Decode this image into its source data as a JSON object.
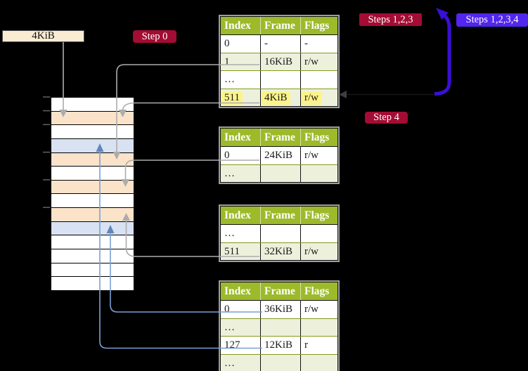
{
  "frame_box": {
    "label": "4KiB"
  },
  "badges": {
    "step0": {
      "label": "Step 0",
      "color": "#A30C33"
    },
    "steps123": {
      "label": "Steps 1,2,3",
      "color": "#A30C33"
    },
    "steps1234": {
      "label": "Steps 1,2,3,4",
      "color": "#5226EE"
    },
    "step4": {
      "label": "Step 4",
      "color": "#A30C33"
    }
  },
  "memory_column": {
    "fills": {
      "white": "#FFFFFF",
      "orange": "#FBE3C9",
      "blue": "#D8E2F2"
    },
    "rows": [
      {
        "fill": "white"
      },
      {
        "fill": "orange"
      },
      {
        "fill": "white"
      },
      {
        "fill": "blue"
      },
      {
        "fill": "orange"
      },
      {
        "fill": "white"
      },
      {
        "fill": "orange"
      },
      {
        "fill": "white"
      },
      {
        "fill": "orange"
      },
      {
        "fill": "blue"
      },
      {
        "fill": "white"
      },
      {
        "fill": "white"
      },
      {
        "fill": "white"
      },
      {
        "fill": "white"
      }
    ]
  },
  "tables": [
    {
      "headers": [
        "Index",
        "Frame",
        "Flags"
      ],
      "rows": [
        {
          "cells": [
            "0",
            "-",
            "-"
          ],
          "shaded": false,
          "highlight": false
        },
        {
          "cells": [
            "1",
            "16KiB",
            "r/w"
          ],
          "shaded": true,
          "highlight": false
        },
        {
          "cells": [
            "…",
            "",
            ""
          ],
          "shaded": false,
          "highlight": false
        },
        {
          "cells": [
            "511",
            "4KiB",
            "r/w"
          ],
          "shaded": true,
          "highlight": true
        }
      ]
    },
    {
      "headers": [
        "Index",
        "Frame",
        "Flags"
      ],
      "rows": [
        {
          "cells": [
            "0",
            "24KiB",
            "r/w"
          ],
          "shaded": false,
          "highlight": false
        },
        {
          "cells": [
            "…",
            "",
            ""
          ],
          "shaded": true,
          "highlight": false
        }
      ]
    },
    {
      "headers": [
        "Index",
        "Frame",
        "Flags"
      ],
      "rows": [
        {
          "cells": [
            "…",
            "",
            ""
          ],
          "shaded": false,
          "highlight": false
        },
        {
          "cells": [
            "511",
            "32KiB",
            "r/w"
          ],
          "shaded": true,
          "highlight": false
        }
      ]
    },
    {
      "headers": [
        "Index",
        "Frame",
        "Flags"
      ],
      "rows": [
        {
          "cells": [
            "0",
            "36KiB",
            "r/w"
          ],
          "shaded": false,
          "highlight": false
        },
        {
          "cells": [
            "…",
            "",
            ""
          ],
          "shaded": true,
          "highlight": false
        },
        {
          "cells": [
            "127",
            "12KiB",
            "r"
          ],
          "shaded": false,
          "highlight": false
        },
        {
          "cells": [
            "…",
            "",
            ""
          ],
          "shaded": true,
          "highlight": false
        }
      ]
    }
  ],
  "connectors": [
    {
      "from": "frame-box-4KiB",
      "to": "memory-row-1",
      "style": "gray-down-arrow"
    },
    {
      "from": "table-1-index-1",
      "to": "memory-row-4",
      "style": "gray-down-arrow"
    },
    {
      "from": "table-1-index-511",
      "to": "memory-row-1",
      "style": "gray-down-arrow"
    },
    {
      "from": "table-2-index-0",
      "to": "memory-row-6",
      "style": "gray-down-arrow"
    },
    {
      "from": "table-3-index-511",
      "to": "memory-row-8",
      "style": "gray-up-arrow"
    },
    {
      "from": "table-4-index-0",
      "to": "memory-row-9",
      "style": "blue-up-arrow"
    },
    {
      "from": "table-4-index-127",
      "to": "memory-row-3",
      "style": "blue-up-arrow"
    },
    {
      "from": "table-1-row-511",
      "to": "top-right",
      "style": "thick-blue-up-arrow"
    }
  ],
  "colors": {
    "header_green": "#9CBA29",
    "row_alt_green": "#EDF1DC",
    "highlight_yellow": "#FCF48A",
    "memory_orange": "#FBE3C9",
    "memory_blue": "#D8E2F2",
    "arrow_gray": "#ACACAC",
    "arrow_blue": "#79A0D6",
    "thick_arrow_blue": "#3A0FD6",
    "frame_box_cream": "#FAECD2"
  }
}
